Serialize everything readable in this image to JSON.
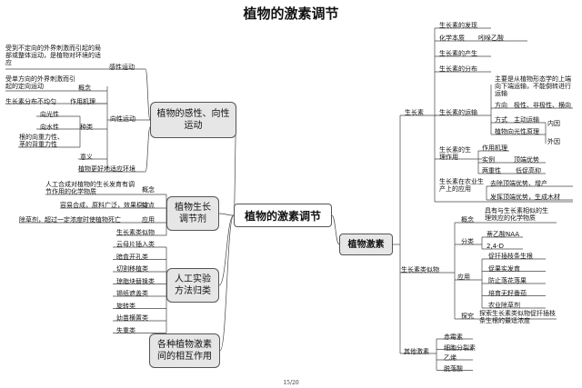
{
  "title": "植物的激素调节",
  "center": "植物的激素调节",
  "page_number": "15/20",
  "left": {
    "sensitivity": {
      "box": "植物的感性、向性运动",
      "sense": {
        "label": "感性运动",
        "desc": "受到不定向的外界刺激而引起的局部或整体运动，是植物对环境的适应"
      },
      "tropism": {
        "label": "向性运动",
        "concept_label": "概念",
        "concept_desc": "受单方向的外界刺激而引起的定向运动",
        "mech_label": "作用机理",
        "mech_desc": "生长素分布不均匀",
        "types_label": "种类",
        "types": [
          "向光性",
          "向水性",
          "根的向重力性、茎的背重力性"
        ],
        "meaning_label": "意义",
        "meaning_desc": "植物更好地适应环境"
      }
    },
    "regulator": {
      "box": "植物生长调节剂",
      "concept_desc": "人工合成对植物的生长发育有调节作用的化学物质",
      "concept_label": "概念",
      "feature_desc": "容易合成，原料广泛，效果稳定",
      "feature_label": "特点",
      "app_desc": "除草剂，超过一定浓度时使植物死亡",
      "app_label": "应用",
      "sim": "生长素类似物"
    },
    "experiments": {
      "box": "人工实验方法归类",
      "items": [
        "云母片插入类",
        "暗盒开孔类",
        "切割移植类",
        "琼脂块替换类",
        "锡纸遮盖类",
        "旋转类",
        "幼苗横置类",
        "失重类"
      ]
    },
    "interaction": {
      "box": "各种植物激素间的相互作用"
    }
  },
  "right": {
    "root": "植物激素",
    "auxin": {
      "label": "生长素",
      "discovery": "生长素的发现",
      "chemical_label": "化学本质",
      "chemical_value": "吲哚乙酸",
      "production": "生长素的产生",
      "distribution": "生长素的分布",
      "transport": {
        "label": "生长素的运输",
        "desc": "主要是从植物形态学的上端向下端运输，不能倒转进行运输",
        "direction_label": "方向",
        "direction_value": "极性、非极性、横向",
        "mode_label": "方式",
        "mode_value": "主动运输",
        "inner": "内因",
        "phototropism": "植物向光性原理",
        "outer": "外因"
      },
      "physio": {
        "label": "生长素的生理作用",
        "mech": "作用机理",
        "example_label": "实例",
        "example_value": "顶端优势",
        "dual_label": "两重性",
        "dual_value": "低促高抑"
      },
      "agri": {
        "label": "生长素在农业生产上的应用",
        "remove": "去除顶端优势、增产",
        "develop": "发挥顶端优势，生成木材"
      }
    },
    "analogs": {
      "label": "生长素类似物",
      "concept_label": "概念",
      "concept_desc": "具有与生长素相似的生理效应的化学物质",
      "class_label": "分类",
      "classes": [
        "萘乙酸NAA",
        "2,4-D"
      ],
      "app_label": "应用",
      "apps": [
        "促扦插枝条生根",
        "促果实发育",
        "防止落花落果",
        "培育无籽番茄",
        "农业除草剂"
      ],
      "explore_label": "探究",
      "explore_desc": "探索生长素类似物促扦插枝条生根的最适浓度"
    },
    "others": {
      "label": "其他激素",
      "items": [
        "赤霉素",
        "细胞分裂素",
        "乙烯",
        "脱落酸"
      ]
    }
  }
}
